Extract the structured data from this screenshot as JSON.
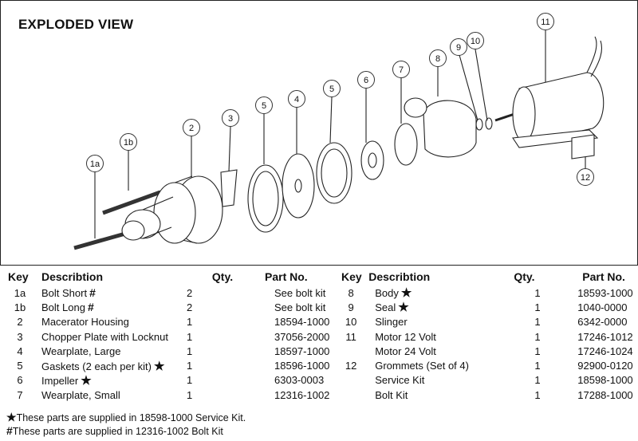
{
  "title": "EXPLODED VIEW",
  "callouts": [
    "1a",
    "1b",
    "2",
    "3",
    "5",
    "4",
    "5",
    "6",
    "7",
    "8",
    "9",
    "10",
    "11",
    "12"
  ],
  "table": {
    "headers": {
      "key": "Key",
      "description": "Describtion",
      "qty": "Qty.",
      "part": "Part No."
    },
    "left_rows": [
      {
        "key": "1a",
        "desc": "Bolt Short",
        "mark": "#",
        "qty": "2",
        "part": "See bolt kit"
      },
      {
        "key": "1b",
        "desc": "Bolt Long",
        "mark": "#",
        "qty": "2",
        "part": "See bolt kit"
      },
      {
        "key": "2",
        "desc": "Macerator Housing",
        "mark": "",
        "qty": "1",
        "part": "18594-1000"
      },
      {
        "key": "3",
        "desc": "Chopper Plate with Locknut",
        "mark": "",
        "qty": "1",
        "part": "37056-2000"
      },
      {
        "key": "4",
        "desc": "Wearplate, Large",
        "mark": "",
        "qty": "1",
        "part": "18597-1000"
      },
      {
        "key": "5",
        "desc": "Gaskets (2 each per kit)",
        "mark": "★",
        "qty": "1",
        "part": "18596-1000"
      },
      {
        "key": "6",
        "desc": "Impeller",
        "mark": "★",
        "qty": "1",
        "part": "6303-0003"
      },
      {
        "key": "7",
        "desc": "Wearplate, Small",
        "mark": "",
        "qty": "1",
        "part": "12316-1002"
      }
    ],
    "right_rows": [
      {
        "key": "8",
        "desc": "Body",
        "mark": "★",
        "qty": "1",
        "part": "18593-1000"
      },
      {
        "key": "9",
        "desc": "Seal",
        "mark": "★",
        "qty": "1",
        "part": "1040-0000"
      },
      {
        "key": "10",
        "desc": "Slinger",
        "mark": "",
        "qty": "1",
        "part": "6342-0000"
      },
      {
        "key": "11",
        "desc": "Motor 12 Volt",
        "mark": "",
        "qty": "1",
        "part": "17246-1012"
      },
      {
        "key": "",
        "desc": "Motor 24 Volt",
        "mark": "",
        "qty": "1",
        "part": "17246-1024"
      },
      {
        "key": "12",
        "desc": "Grommets (Set of 4)",
        "mark": "",
        "qty": "1",
        "part": "92900-0120"
      },
      {
        "key": "",
        "desc": "Service Kit",
        "mark": "",
        "qty": "1",
        "part": "18598-1000"
      },
      {
        "key": "",
        "desc": "Bolt Kit",
        "mark": "",
        "qty": "1",
        "part": "17288-1000"
      }
    ]
  },
  "notes": [
    {
      "symbol": "★",
      "text": "These parts are supplied in 18598-1000 Service Kit."
    },
    {
      "symbol": "#",
      "text": "These parts are supplied in 12316-1002 Bolt Kit"
    }
  ]
}
